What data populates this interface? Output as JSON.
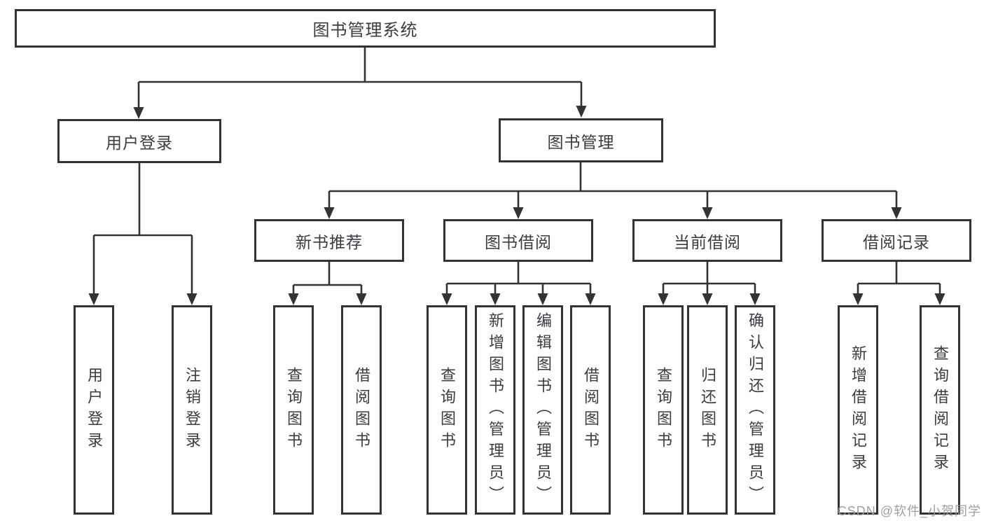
{
  "title": {
    "label": "图书管理系统"
  },
  "level2": [
    {
      "label": "用户登录"
    },
    {
      "label": "图书管理"
    }
  ],
  "level3": [
    {
      "label": "新书推荐",
      "parent": "图书管理"
    },
    {
      "label": "图书借阅",
      "parent": "图书管理"
    },
    {
      "label": "当前借阅",
      "parent": "图书管理"
    },
    {
      "label": "借阅记录",
      "parent": "图书管理"
    }
  ],
  "leaves": [
    {
      "label": "用户登录",
      "parent": "用户登录"
    },
    {
      "label": "注销登录",
      "parent": "用户登录"
    },
    {
      "label": "查询图书",
      "parent": "新书推荐"
    },
    {
      "label": "借阅图书",
      "parent": "新书推荐"
    },
    {
      "label": "查询图书",
      "parent": "图书借阅"
    },
    {
      "label": "新增图书（管理员）",
      "parent": "图书借阅"
    },
    {
      "label": "编辑图书（管理员）",
      "parent": "图书借阅"
    },
    {
      "label": "借阅图书",
      "parent": "图书借阅"
    },
    {
      "label": "查询图书",
      "parent": "当前借阅"
    },
    {
      "label": "归还图书",
      "parent": "当前借阅"
    },
    {
      "label": "确认归还（管理员）",
      "parent": "当前借阅"
    },
    {
      "label": "新增借阅记录",
      "parent": "借阅记录"
    },
    {
      "label": "查询借阅记录",
      "parent": "借阅记录"
    }
  ],
  "watermark": {
    "text": "CSDN @软件_小贺同学"
  },
  "colors": {
    "line": "#333333",
    "box_border": "#333333",
    "text": "#3b3b41",
    "watermark": "#9b9b9b",
    "background": "#ffffff"
  }
}
